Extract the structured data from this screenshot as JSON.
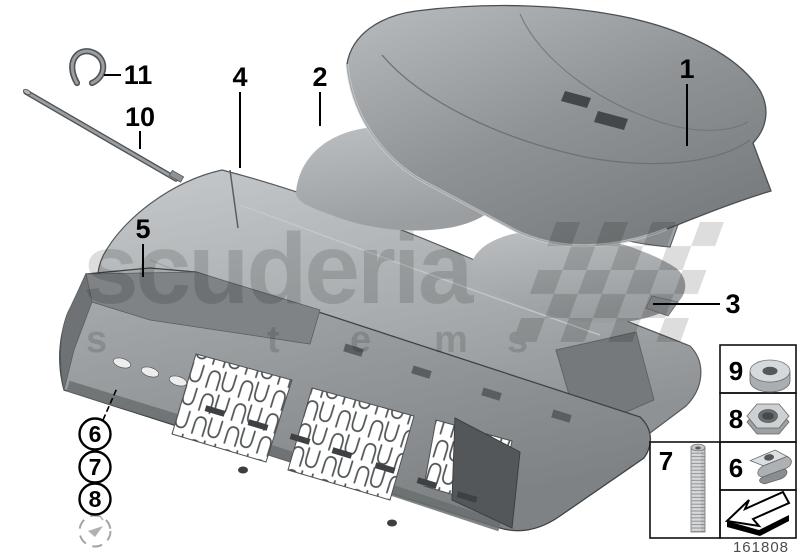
{
  "watermark": {
    "brand": "scuderia",
    "letters": [
      "s",
      "t",
      "e",
      "m",
      "s"
    ]
  },
  "callouts": {
    "c1": "1",
    "c2": "2",
    "c3": "3",
    "c4": "4",
    "c5": "5",
    "c10": "10",
    "c11": "11"
  },
  "circled": {
    "c6": "6",
    "c7": "7",
    "c8": "8"
  },
  "legend": {
    "box9": {
      "label": "9",
      "icon": "washer-icon"
    },
    "box8": {
      "label": "8",
      "icon": "hex-nut-icon"
    },
    "box7": {
      "label": "7",
      "icon": "threaded-stud-icon"
    },
    "box6": {
      "label": "6",
      "icon": "clip-nut-icon"
    },
    "arrow": {
      "icon": "direction-arrow-icon"
    }
  },
  "footer": {
    "part_number": "161808"
  },
  "colors": {
    "background": "#ffffff",
    "outline": "#000000",
    "watermark_gray": "#e4e4e4",
    "part_light": "#c9ccce",
    "part_mid": "#a0a4a6",
    "part_dark": "#6f7375"
  }
}
